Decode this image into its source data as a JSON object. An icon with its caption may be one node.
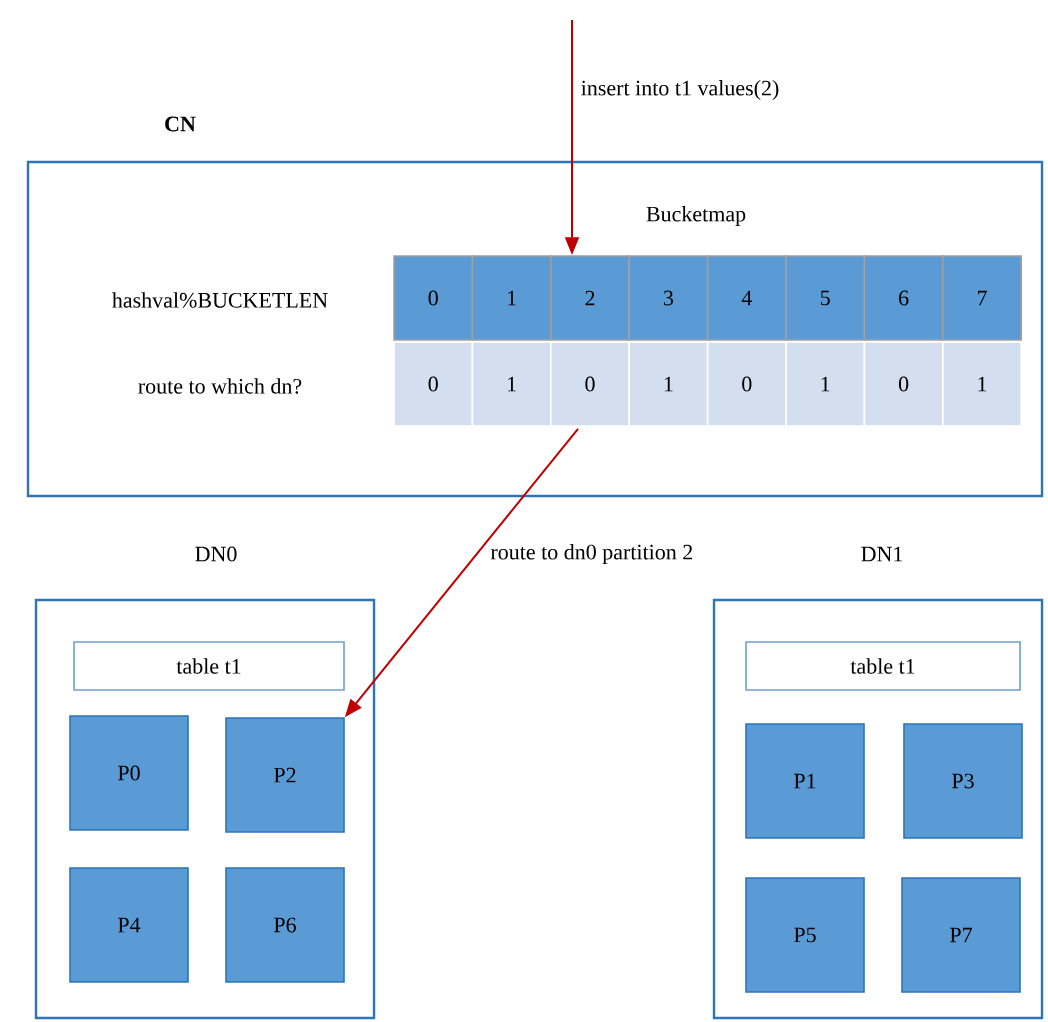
{
  "diagram": {
    "nodes": [
      {
        "text": [
          "CN"
        ]
      },
      {
        "text": [
          "0"
        ],
        "in": 0
      },
      {
        "text": [
          "1"
        ],
        "in": 0
      },
      {
        "text": [
          "2"
        ],
        "in": 0
      },
      {
        "text": [
          "3"
        ],
        "in": 0
      },
      {
        "text": [
          "4"
        ],
        "in": 0
      },
      {
        "text": [
          "5"
        ],
        "in": 0
      },
      {
        "text": [
          "6"
        ],
        "in": 0
      },
      {
        "text": [
          "7"
        ],
        "in": 0
      },
      {
        "text": [
          "0"
        ],
        "in": 0
      },
      {
        "text": [
          "1"
        ],
        "in": 0
      },
      {
        "text": [
          "0"
        ],
        "in": 0
      },
      {
        "text": [
          "1"
        ],
        "in": 0
      },
      {
        "text": [
          "0"
        ],
        "in": 0
      },
      {
        "text": [
          "1"
        ],
        "in": 0
      },
      {
        "text": [
          "0"
        ],
        "in": 0
      },
      {
        "text": [
          "1"
        ],
        "in": 0
      },
      {
        "text": [
          "DN0"
        ]
      },
      {
        "text": [
          "table t1"
        ],
        "in": 17
      },
      {
        "text": [
          "P0"
        ],
        "in": 17
      },
      {
        "text": [
          "P2"
        ],
        "in": 17
      },
      {
        "text": [
          "P4"
        ],
        "in": 17
      },
      {
        "text": [
          "P6"
        ],
        "in": 17
      },
      {
        "text": [
          "DN1"
        ]
      },
      {
        "text": [
          "table t1"
        ],
        "in": 23
      },
      {
        "text": [
          "P1"
        ],
        "in": 23
      },
      {
        "text": [
          "P3"
        ],
        "in": 23
      },
      {
        "text": [
          "P5"
        ],
        "in": 23
      },
      {
        "text": [
          "P7"
        ],
        "in": 23
      }
    ],
    "edges": [
      {
        "from": null,
        "to": 3,
        "arrow": "to",
        "label": "insert into t1 values(2)"
      },
      {
        "from": 11,
        "to": 20,
        "arrow": "to",
        "label": "route to dn0 partition 2"
      }
    ],
    "labels": [
      "Bucketmap",
      "hashval%BUCKETLEN",
      "route to which dn?"
    ]
  }
}
